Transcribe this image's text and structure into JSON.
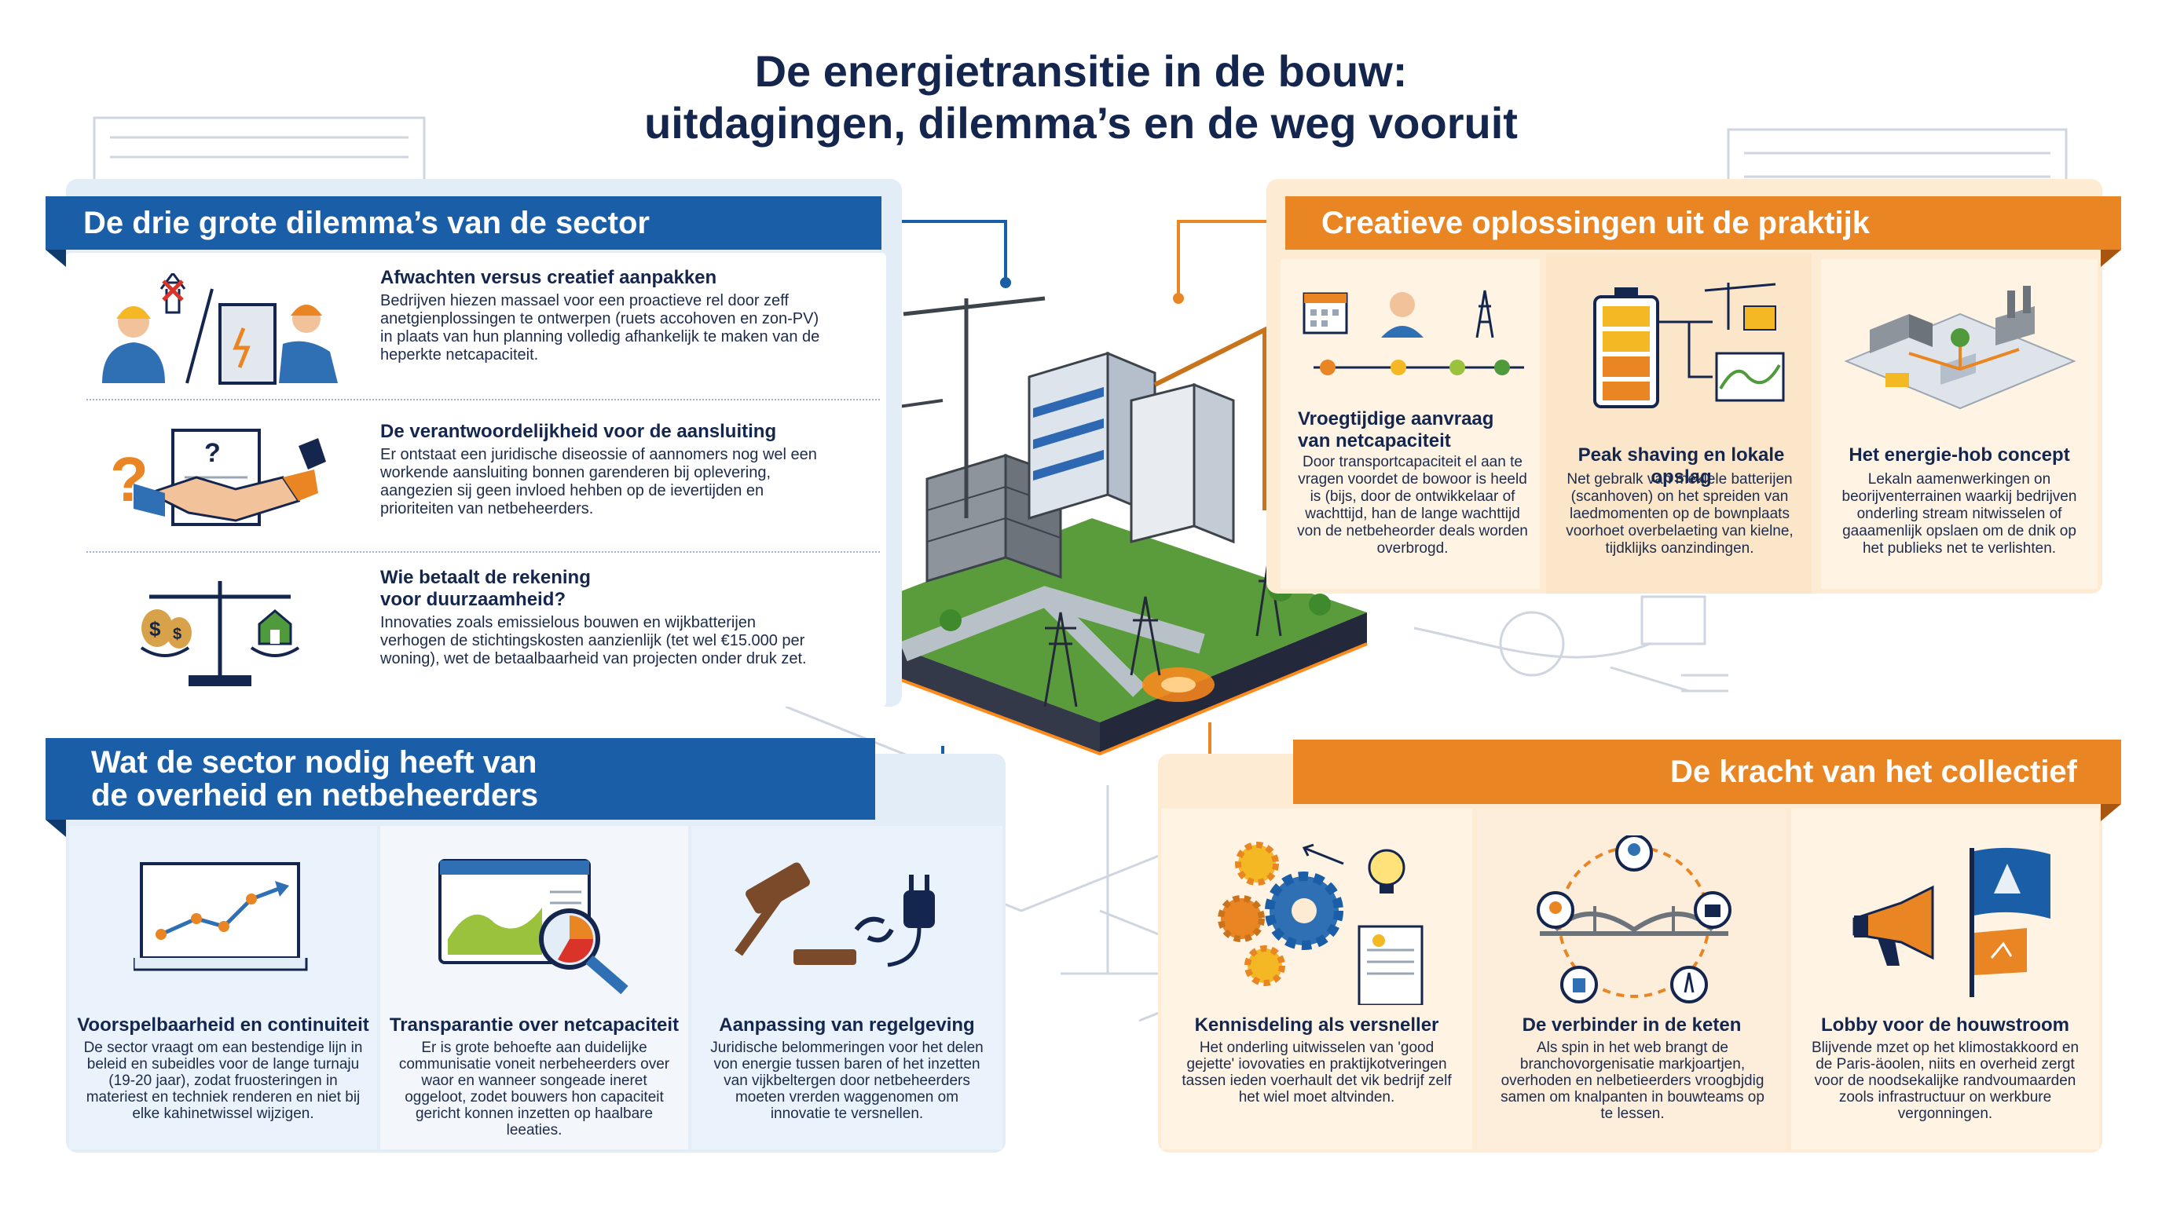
{
  "title": {
    "line1": "De energietransitie in de bouw:",
    "line2": "uitdagingen, dilemma’s en de weg vooruit"
  },
  "dilemmas": {
    "header": "De drie grote dilemma’s van de sector",
    "items": [
      {
        "heading": "Afwachten versus creatief aanpakken",
        "text": "Bedrijven hiezen massael voor een proactieve rel door zeff anetgienplossingen te ontwerpen (ruets accohoven en zon-PV) in plaats van hun planning volledig afhankelijk te maken van de heperkte netcapaciteit.",
        "icon": "workers-icon"
      },
      {
        "heading": "De verantwoordelijkheid voor de aansluiting",
        "text": "Er ontstaat een juridische diseossie of aannomers nog wel een workende aansluiting bonnen garenderen bij oplevering, aangezien sij geen invloed hehben op de ievertijden en prioriteiten van netbeheerders.",
        "icon": "handshake-icon"
      },
      {
        "heading": "Wie betaalt de rekening voor duurzaamheid?",
        "text": "Innovaties zoals emissielous bouwen en wijkbatterijen verhogen de stichtingskosten aanzienlijk (tet wel €15.000 per woning), wet de betaalbaarheid van projecten onder druk zet.",
        "icon": "scale-icon"
      }
    ]
  },
  "solutions": {
    "header": "Creatieve oplossingen uit de praktijk",
    "items": [
      {
        "heading": "Vroegtijdige aanvraag van netcapaciteit",
        "text": "Door transportcapaciteit el aan te vragen voordet de bowoor is heeld is (bijs, door de ontwikkelaar of wachttijd, han de lange wachttijd von de netbeheorder deals worden overbrogd."
      },
      {
        "heading": "Peak shaving en lokale opslag",
        "text": "Net gebralk van meklele batterijen (scanhoven) on het spreiden van laedmomenten op de bownplaats voorhoet overbelaeting van kielne, tijdklijks oanzindingen."
      },
      {
        "heading": "Het energie-hob concept",
        "text": "Lekaln aamenwerkingen on beorijventerrainen waarkij bedrijven onderling stream nitwisselen of gaaamenlijk opslaen om de dnik op het publieks net te verlishten."
      }
    ]
  },
  "government": {
    "header_line1": "Wat de sector nodig heeft van",
    "header_line2": "de overheid en netbeheerders",
    "items": [
      {
        "heading": "Voorspelbaarheid en continuiteit",
        "text": "De sector vraagt om ean bestendige lijn in beleid en subeidles voor de lange turnaju (19-20 jaar), zodat fruosteringen in materiest en techniek renderen en niet bij elke kahinetwissel wijzigen."
      },
      {
        "heading": "Transparantie over netcapaciteit",
        "text": "Er is grote behoefte aan duidelijke communisatie voneit nerbeheerders over waor en wanneer songeade ineret oggeloot, zodet bouwers hon capaciteit gericht konnen inzetten op haalbare leeaties."
      },
      {
        "heading": "Aanpassing van regelgeving",
        "text": "Juridische belommeringen voor het delen von energie tussen baren of het inzetten van vijkbeltergen door netbeheerders moeten vrerden waggenomen om innovatie te versnellen."
      }
    ]
  },
  "collective": {
    "header": "De kracht van het collectief",
    "items": [
      {
        "heading": "Kennisdeling als versneller",
        "text": "Het onderling uitwisselen van 'good gejette' iovovaties en praktijkotveringen tassen ieden voerhault det vik bedrijf zelf het wiel moet altvinden."
      },
      {
        "heading": "De verbinder in de keten",
        "text": "Als spin in het web brangt de branchovorgenisatie markjoartjen, overhoden en nelbetieerders vroogbjdig samen om knalpanten in bouwteams op te lessen."
      },
      {
        "heading": "Lobby voor de houwstroom",
        "text": "Blijvende mzet op het klimostakkoord en de Paris-äoolen, niits en overheid zergt voor de noodsekalijke randvoumaarden zools infrastructuur on werkbure vergonningen."
      }
    ]
  },
  "colors": {
    "blue": "#1b5ea8",
    "orange": "#ea8524",
    "navy": "#14264e",
    "panel_blue": "#e3edf8",
    "panel_orange": "#fdebd3"
  }
}
